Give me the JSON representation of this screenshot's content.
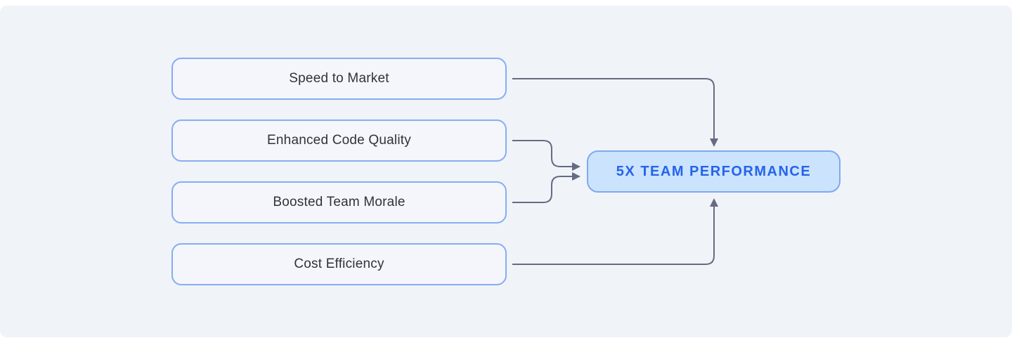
{
  "colors": {
    "page_background": "#FFFFFF",
    "canvas_background": "#F0F3F8",
    "source_box_fill": "#F4F6FB",
    "source_box_border": "#85ADF2",
    "source_box_text": "#2F333B",
    "target_box_fill": "#CBE3FC",
    "target_box_border": "#7FA9F1",
    "target_box_text": "#2563EB",
    "arrow": "#656B82"
  },
  "diagram": {
    "source_boxes": [
      {
        "id": "speed-to-market",
        "label": "Speed to Market"
      },
      {
        "id": "enhanced-code-quality",
        "label": "Enhanced Code Quality"
      },
      {
        "id": "boosted-team-morale",
        "label": "Boosted Team Morale"
      },
      {
        "id": "cost-efficiency",
        "label": "Cost Efficiency"
      }
    ],
    "target_box": {
      "id": "team-performance",
      "label": "5X TEAM PERFORMANCE"
    },
    "connections": [
      {
        "from": "speed-to-market",
        "to": "team-performance",
        "enters": "top"
      },
      {
        "from": "enhanced-code-quality",
        "to": "team-performance",
        "enters": "left"
      },
      {
        "from": "boosted-team-morale",
        "to": "team-performance",
        "enters": "left"
      },
      {
        "from": "cost-efficiency",
        "to": "team-performance",
        "enters": "bottom"
      }
    ]
  }
}
